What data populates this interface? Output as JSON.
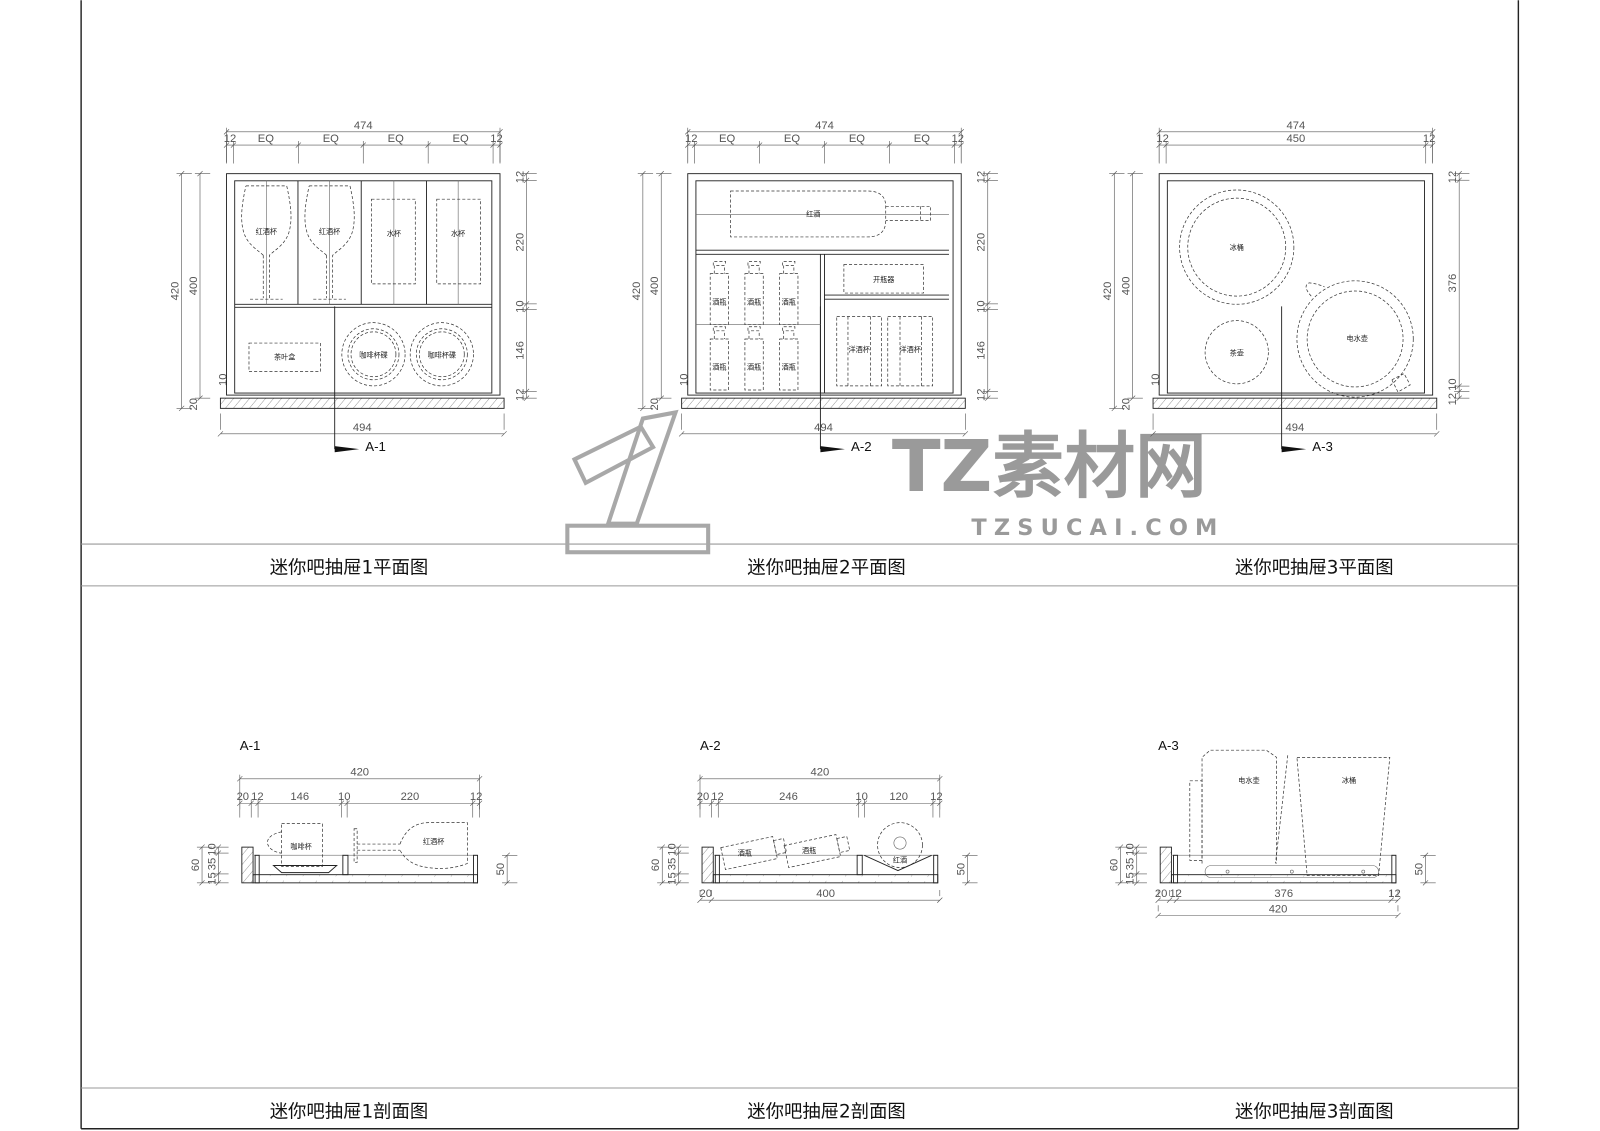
{
  "colors": {
    "line": "#222222",
    "dimension": "#555555",
    "watermark": "#9a9a9a"
  },
  "watermark": {
    "brand": "TZ素材网",
    "domain": "TZSUCAI.COM"
  },
  "plans": [
    {
      "title": "迷你吧抽屉1平面图",
      "total_width": [
        "474"
      ],
      "top_segments": [
        "12",
        "EQ",
        "EQ",
        "EQ",
        "EQ",
        "12"
      ],
      "height_outer": [
        "420"
      ],
      "height_inner": [
        "400"
      ],
      "base_height": "20",
      "panel_gap": "10",
      "right_segments": [
        "12",
        "220",
        "10",
        "146",
        "12"
      ],
      "base_width": [
        "494"
      ],
      "section_mark": "A-1",
      "items": [
        "红酒杯",
        "红酒杯",
        "水杯",
        "水杯",
        "茶叶盒",
        "咖啡杯碟",
        "咖啡杯碟"
      ]
    },
    {
      "title": "迷你吧抽屉2平面图",
      "total_width": [
        "474"
      ],
      "top_segments": [
        "12",
        "EQ",
        "EQ",
        "EQ",
        "EQ",
        "12"
      ],
      "height_outer": [
        "420"
      ],
      "height_inner": [
        "400"
      ],
      "base_height": "20",
      "panel_gap": "10",
      "right_segments": [
        "12",
        "220",
        "10",
        "146",
        "12"
      ],
      "base_width": [
        "494"
      ],
      "section_mark": "A-2",
      "items": [
        "红酒",
        "酒瓶",
        "酒瓶",
        "酒瓶",
        "酒瓶",
        "酒瓶",
        "酒瓶",
        "开瓶器",
        "洋酒杯",
        "洋酒杯"
      ]
    },
    {
      "title": "迷你吧抽屉3平面图",
      "total_width": [
        "474"
      ],
      "top_segments": [
        "12",
        "450",
        "12"
      ],
      "height_outer": [
        "420"
      ],
      "height_inner": [
        "400"
      ],
      "base_height": "20",
      "panel_gap": "10",
      "right_segments": [
        "12",
        "376",
        "10",
        "12"
      ],
      "base_width": [
        "494"
      ],
      "section_mark": "A-3",
      "items": [
        "冰桶",
        "茶壶",
        "电水壶"
      ]
    }
  ],
  "sections": [
    {
      "title": "迷你吧抽屉1剖面图",
      "mark": "A-1",
      "top_total": [
        "420"
      ],
      "top_segments": [
        "20",
        "12",
        "146",
        "10",
        "220",
        "12"
      ],
      "bottom_segments": [],
      "bottom_total": [],
      "left_total": [
        "60"
      ],
      "left_segments": [
        "10",
        "35",
        "15"
      ],
      "right_height": [
        "50"
      ],
      "items": [
        "咖啡杯",
        "红酒杯"
      ]
    },
    {
      "title": "迷你吧抽屉2剖面图",
      "mark": "A-2",
      "top_total": [
        "420"
      ],
      "top_segments": [
        "20",
        "12",
        "246",
        "10",
        "120",
        "12"
      ],
      "bottom_segments": [
        "20",
        "400"
      ],
      "bottom_total": [],
      "left_total": [
        "60"
      ],
      "left_segments": [
        "10",
        "35",
        "15"
      ],
      "right_height": [
        "50"
      ],
      "items": [
        "酒瓶",
        "酒瓶",
        "红酒"
      ]
    },
    {
      "title": "迷你吧抽屉3剖面图",
      "mark": "A-3",
      "top_total": [],
      "top_segments": [],
      "bottom_segments": [
        "20",
        "12",
        "376",
        "12"
      ],
      "bottom_total": [
        "420"
      ],
      "left_total": [
        "60"
      ],
      "left_segments": [
        "10",
        "35",
        "15"
      ],
      "right_height": [
        "50"
      ],
      "items": [
        "电水壶",
        "冰桶"
      ]
    }
  ]
}
